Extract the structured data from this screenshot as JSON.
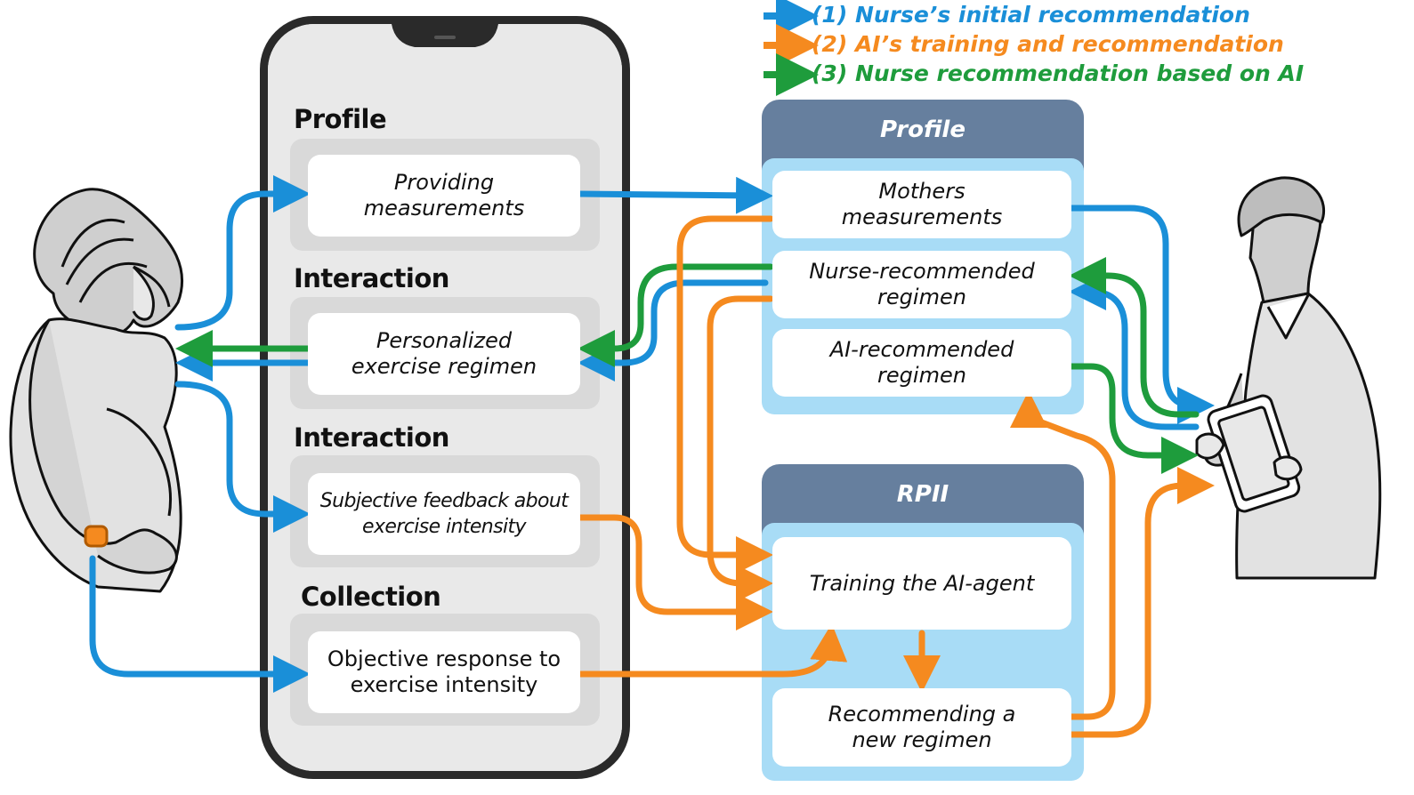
{
  "legend": {
    "item1": {
      "label": "(1) Nurse’s initial recommendation",
      "color": "#1a8fd8"
    },
    "item2": {
      "label": "(2) AI’s training and recommendation",
      "color": "#f58a1f"
    },
    "item3": {
      "label": "(3) Nurse recommendation based on AI",
      "color": "#1e9c3c"
    }
  },
  "phone": {
    "sections": [
      {
        "label": "Profile",
        "box": "Providing measurements"
      },
      {
        "label": "Interaction",
        "box": "Personalized exercise regimen"
      },
      {
        "label": "Interaction",
        "box": "Subjective feedback about exercise intensity"
      },
      {
        "label": "Collection",
        "box": "Objective response to exercise intensity"
      }
    ]
  },
  "profile_panel": {
    "title": "Profile",
    "items": [
      "Mothers measurements",
      "Nurse-recommended regimen",
      "AI-recommended regimen"
    ]
  },
  "rpii_panel": {
    "title": "RPII",
    "items": [
      "Training the AI-agent",
      "Recommending a new regimen"
    ]
  },
  "actors": {
    "left": "pregnant-mother-figure",
    "right": "nurse-with-tablet-figure"
  },
  "colors": {
    "panel_header": "#667f9e",
    "panel_body": "#a8dcf6",
    "phone_gray": "#e6e6e6"
  }
}
